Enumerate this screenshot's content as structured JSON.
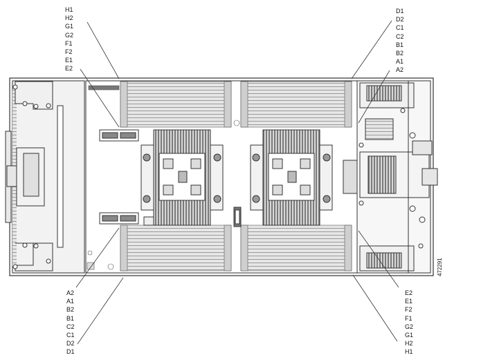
{
  "labels": {
    "top_left": [
      "H1",
      "H2",
      "G1",
      "G2",
      "F1",
      "F2",
      "E1",
      "E2"
    ],
    "top_right": [
      "D1",
      "D2",
      "C1",
      "C2",
      "B1",
      "B2",
      "A1",
      "A2"
    ],
    "bottom_left": [
      "A2",
      "A1",
      "B2",
      "B1",
      "C2",
      "C1",
      "D2",
      "D1"
    ],
    "bottom_right": [
      "E2",
      "E1",
      "F2",
      "F1",
      "G2",
      "G1",
      "H2",
      "H1"
    ]
  },
  "figure_id": "472291",
  "colors": {
    "line": "#333333",
    "fill_light": "#f2f2f2",
    "fill_mid": "#cfcfcf",
    "fill_dark": "#555555"
  }
}
